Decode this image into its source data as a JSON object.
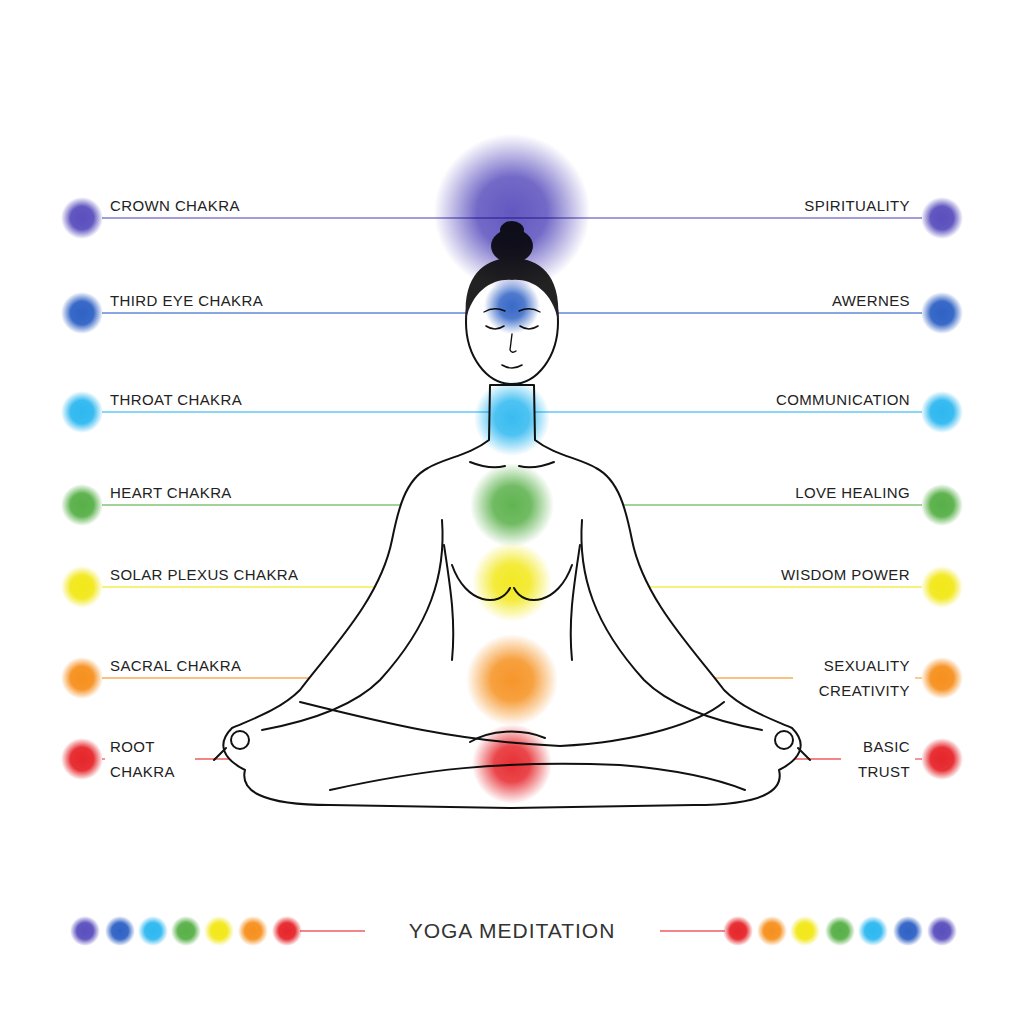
{
  "diagram": {
    "caption": "YOGA MEDITATION",
    "labels": [
      "CROWN CHAKRA",
      "THIRD EYE CHAKRA",
      "THROAT CHAKRA",
      "HEART CHAKRA",
      "SOLAR PLEXUS CHAKRA",
      "SACRAL CHAKRA",
      "ROOT CHAKRA",
      "SPIRITUALITY",
      "AWERNES",
      "COMMUNICATION",
      "LOVE HEALING",
      "WISDOM POWER",
      "SEXUALITY CREATIVITY",
      "BASIC TRUST"
    ]
  }
}
